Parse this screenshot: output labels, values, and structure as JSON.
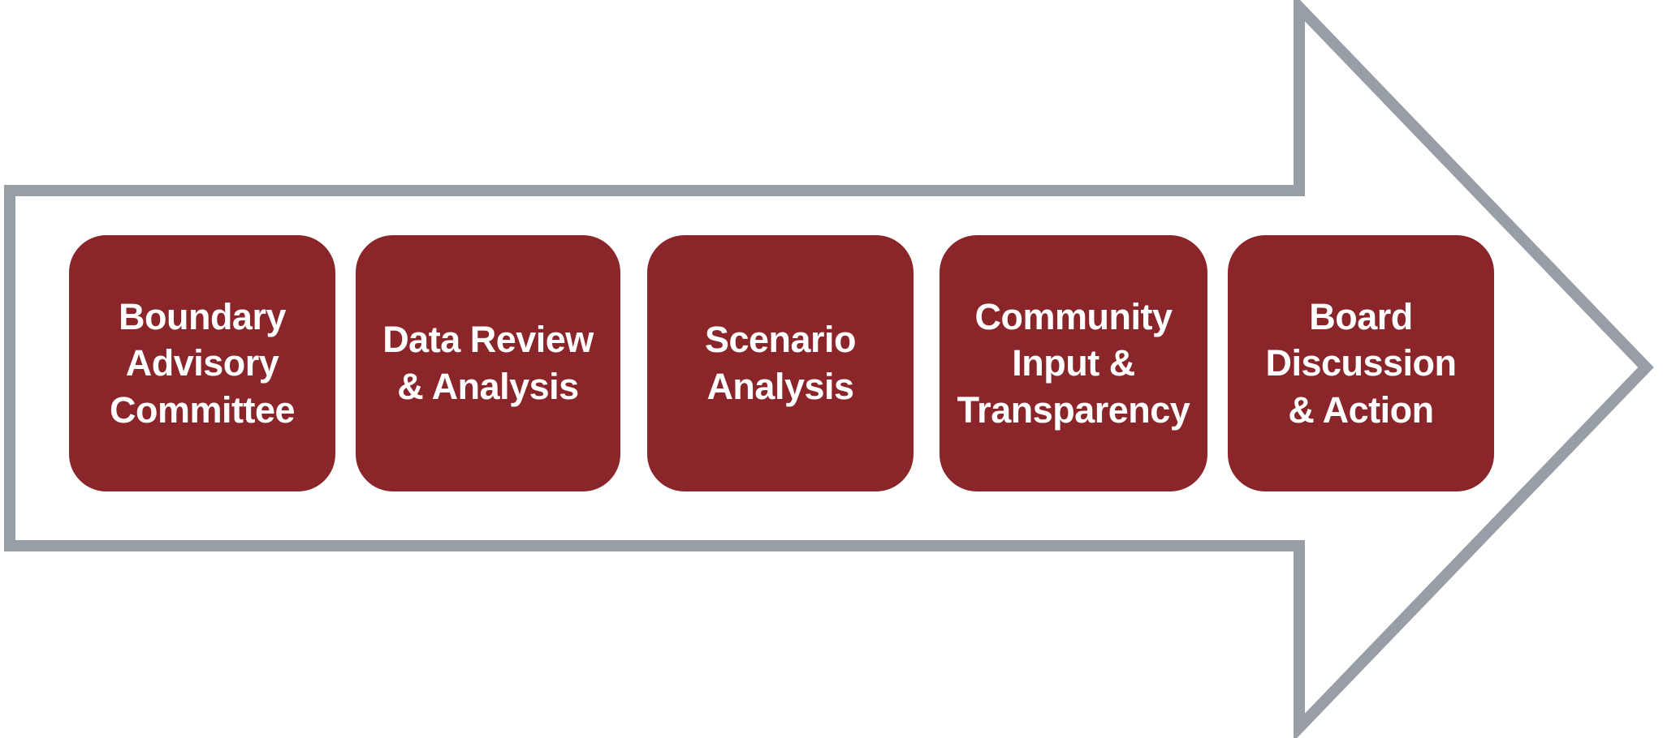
{
  "diagram": {
    "name": "boundary-process-flow-arrow",
    "steps": [
      {
        "label": "Boundary\nAdvisory\nCommittee"
      },
      {
        "label": "Data Review\n& Analysis"
      },
      {
        "label": "Scenario\nAnalysis"
      },
      {
        "label": "Community\nInput &\nTransparency"
      },
      {
        "label": "Board\nDiscussion\n& Action"
      }
    ]
  },
  "colors": {
    "box_fill": "#8A2529",
    "box_text": "#FFFFFF",
    "arrow_outline": "#989EA6",
    "canvas_bg": "#FFFFFF"
  }
}
